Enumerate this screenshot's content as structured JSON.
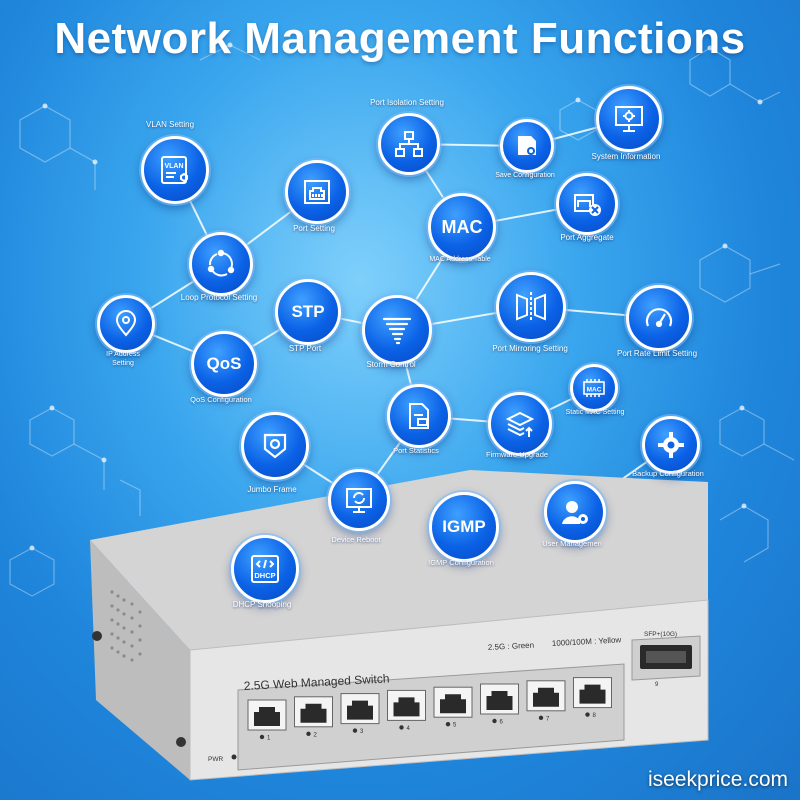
{
  "title": "Network Management Functions",
  "functions": {
    "port_isolation": "Port Isolation Setting",
    "vlan": "VLAN Setting",
    "vlan_icon_text": "VLAN",
    "save_config": "Save Configuration",
    "system_info": "System Information",
    "port_setting": "Port Setting",
    "mac_table": "MAC Address Table",
    "mac_icon_text": "MAC",
    "port_aggregate": "Port Aggregate",
    "loop_protocol": "Loop Protocol Setting",
    "ip_address": "IP Address Setting",
    "stp": "STP Port",
    "stp_icon_text": "STP",
    "storm_control": "Storm Control",
    "port_mirroring": "Port Mirroring Setting",
    "port_rate_limit": "Port Rate Limit Setting",
    "qos": "QoS Configuration",
    "qos_icon_text": "QoS",
    "static_mac": "Static MAC Setting",
    "static_mac_icon_text": "MAC",
    "jumbo_frame": "Jumbo Frame",
    "port_statistics": "Port Statistics",
    "firmware_upgrade": "Firmware Upgrade",
    "backup_config": "Backup Configuration",
    "device_reboot": "Device Reboot",
    "igmp": "IGMP Configuration",
    "igmp_icon_text": "IGMP",
    "user_management": "User Managemen",
    "dhcp_snooping": "DHCP Snooping",
    "dhcp_icon_text": "DHCP"
  },
  "switch": {
    "model_label": "2.5G Web Managed Switch",
    "legend_green": "2.5G : Green",
    "legend_yellow": "1000/100M : Yellow",
    "sfp_label": "SFP+(10G)",
    "pwr_label": "PWR",
    "port_numbers": [
      "1",
      "2",
      "3",
      "4",
      "5",
      "6",
      "7",
      "8"
    ],
    "sfp_port_number": "9"
  },
  "watermark": "iseekprice.com"
}
